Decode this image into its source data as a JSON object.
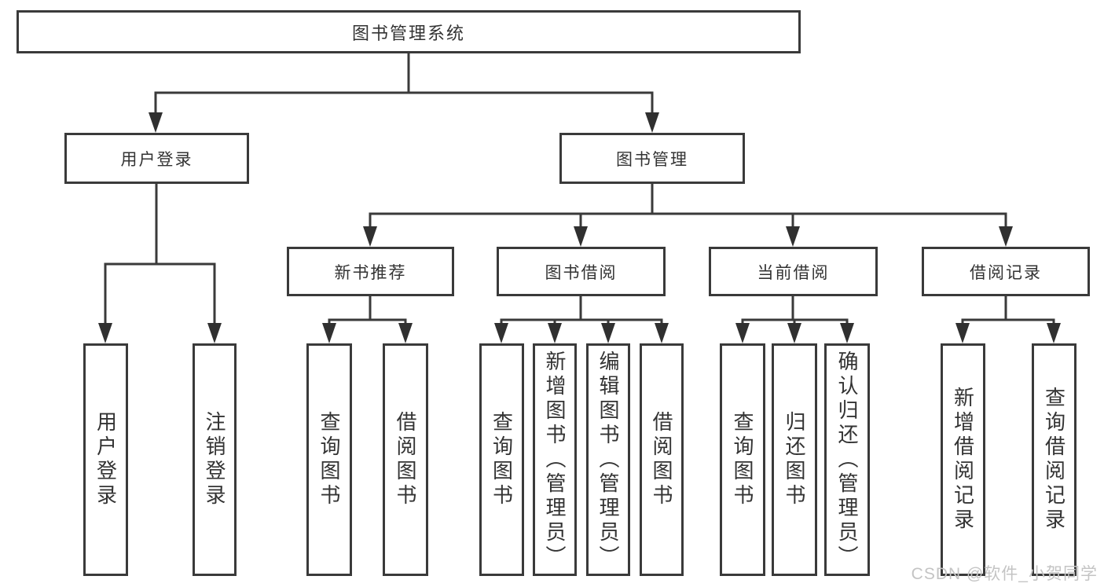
{
  "root": {
    "label": "图书管理系统"
  },
  "branches": [
    {
      "label": "用户登录",
      "parent": "图书管理系统"
    },
    {
      "label": "图书管理",
      "parent": "图书管理系统"
    }
  ],
  "modules": [
    {
      "label": "新书推荐",
      "parent": "图书管理"
    },
    {
      "label": "图书借阅",
      "parent": "图书管理"
    },
    {
      "label": "当前借阅",
      "parent": "图书管理"
    },
    {
      "label": "借阅记录",
      "parent": "图书管理"
    }
  ],
  "leaves": [
    {
      "label": "用户登录",
      "parent": "用户登录"
    },
    {
      "label": "注销登录",
      "parent": "用户登录"
    },
    {
      "label": "查询图书",
      "parent": "新书推荐"
    },
    {
      "label": "借阅图书",
      "parent": "新书推荐"
    },
    {
      "label": "查询图书",
      "parent": "图书借阅"
    },
    {
      "label": "新增图书（管理员）",
      "parent": "图书借阅"
    },
    {
      "label": "编辑图书（管理员）",
      "parent": "图书借阅"
    },
    {
      "label": "借阅图书",
      "parent": "图书借阅"
    },
    {
      "label": "查询图书",
      "parent": "当前借阅"
    },
    {
      "label": "归还图书",
      "parent": "当前借阅"
    },
    {
      "label": "确认归还（管理员）",
      "parent": "当前借阅"
    },
    {
      "label": "新增借阅记录",
      "parent": "借阅记录"
    },
    {
      "label": "查询借阅记录",
      "parent": "借阅记录"
    }
  ],
  "watermark": {
    "text": "CSDN @软件_小贺同学"
  },
  "colors": {
    "line": "#3a3a3a",
    "arrow": "#303030",
    "text": "#333333",
    "watermark": "#c4c4c4",
    "background": "#ffffff"
  }
}
